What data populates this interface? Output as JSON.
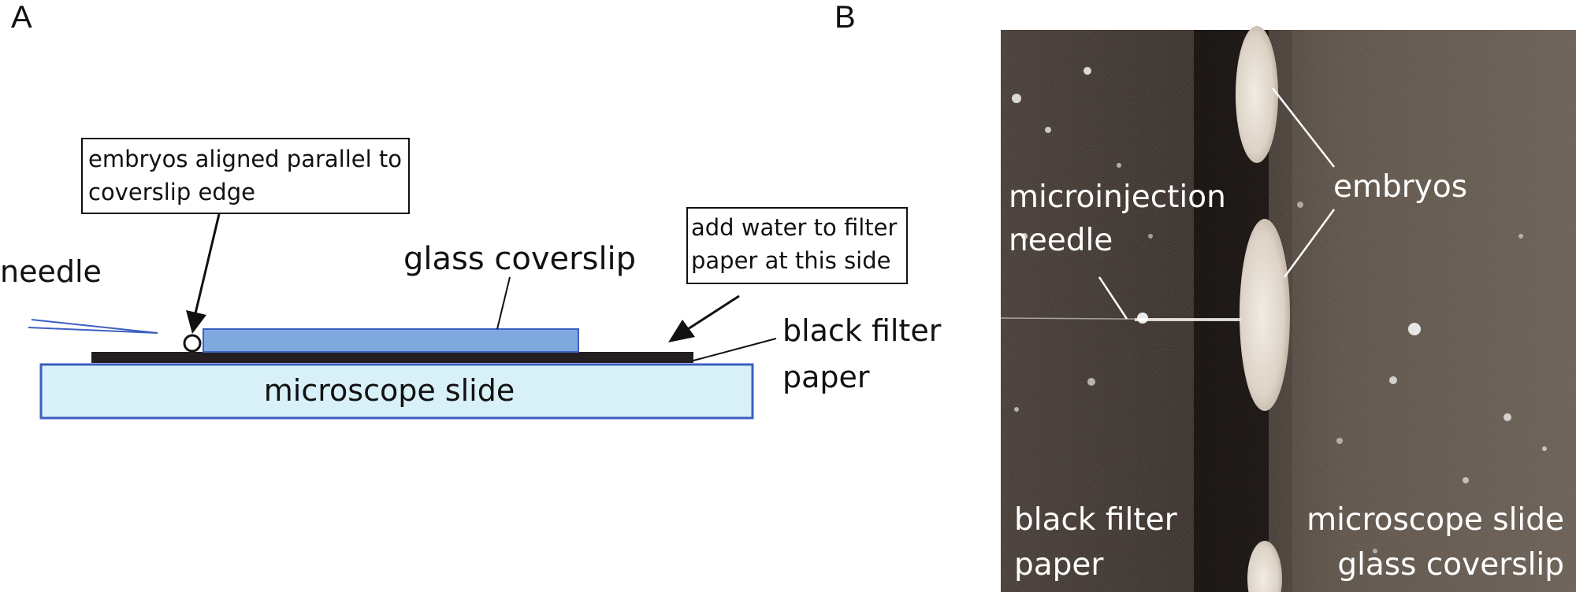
{
  "panel_a": {
    "letter": "A",
    "labels": {
      "needle": "needle",
      "coverslip": "glass coverslip",
      "filter_line1": "black filter",
      "filter_line2": "paper",
      "slide": "microscope slide"
    },
    "callouts": {
      "embryos_line1": "embryos aligned parallel to",
      "embryos_line2": "coverslip edge",
      "water_line1": "add water to filter",
      "water_line2": "paper at this side"
    },
    "colors": {
      "slide_fill": "#d8f0f8",
      "slide_stroke": "#3d5fbf",
      "coverslip_fill": "#7fa8df",
      "coverslip_stroke": "#3d5fbf",
      "filter_paper": "#231f20",
      "needle": "#3d5fbf"
    }
  },
  "panel_b": {
    "letter": "B",
    "labels": {
      "needle_line1": "microinjection",
      "needle_line2": "needle",
      "embryos": "embryos",
      "filter_line1": "black filter",
      "filter_line2": "paper",
      "slide": "microscope slide",
      "coverslip": "glass coverslip"
    }
  }
}
